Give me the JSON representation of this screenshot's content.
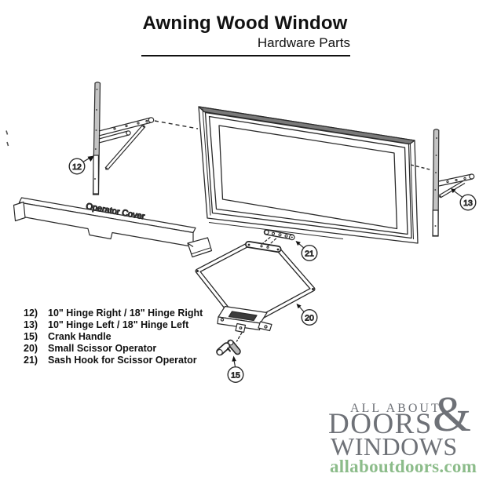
{
  "header": {
    "title": "Awning Wood Window",
    "subtitle": "Hardware Parts"
  },
  "diagram": {
    "operator_cover_label": "Operator Cover",
    "callout_12": "12",
    "callout_13": "13",
    "callout_15": "15",
    "callout_20": "20",
    "callout_21": "21"
  },
  "parts_list": [
    {
      "num": "12)",
      "desc": "10\" Hinge Right / 18\" Hinge Right"
    },
    {
      "num": "13)",
      "desc": "10\" Hinge Left / 18\" Hinge Left"
    },
    {
      "num": "15)",
      "desc": "Crank Handle"
    },
    {
      "num": "20)",
      "desc": "Small Scissor Operator"
    },
    {
      "num": "21)",
      "desc": "Sash Hook for Scissor Operator"
    }
  ],
  "logo": {
    "tagline": "ALL ABOUT",
    "ampersand": "&",
    "word1": "DOORS",
    "word2": "WINDOWS",
    "website": "allaboutdoors.com",
    "text_color": "#6e7177",
    "website_color": "#8cbc8a"
  }
}
